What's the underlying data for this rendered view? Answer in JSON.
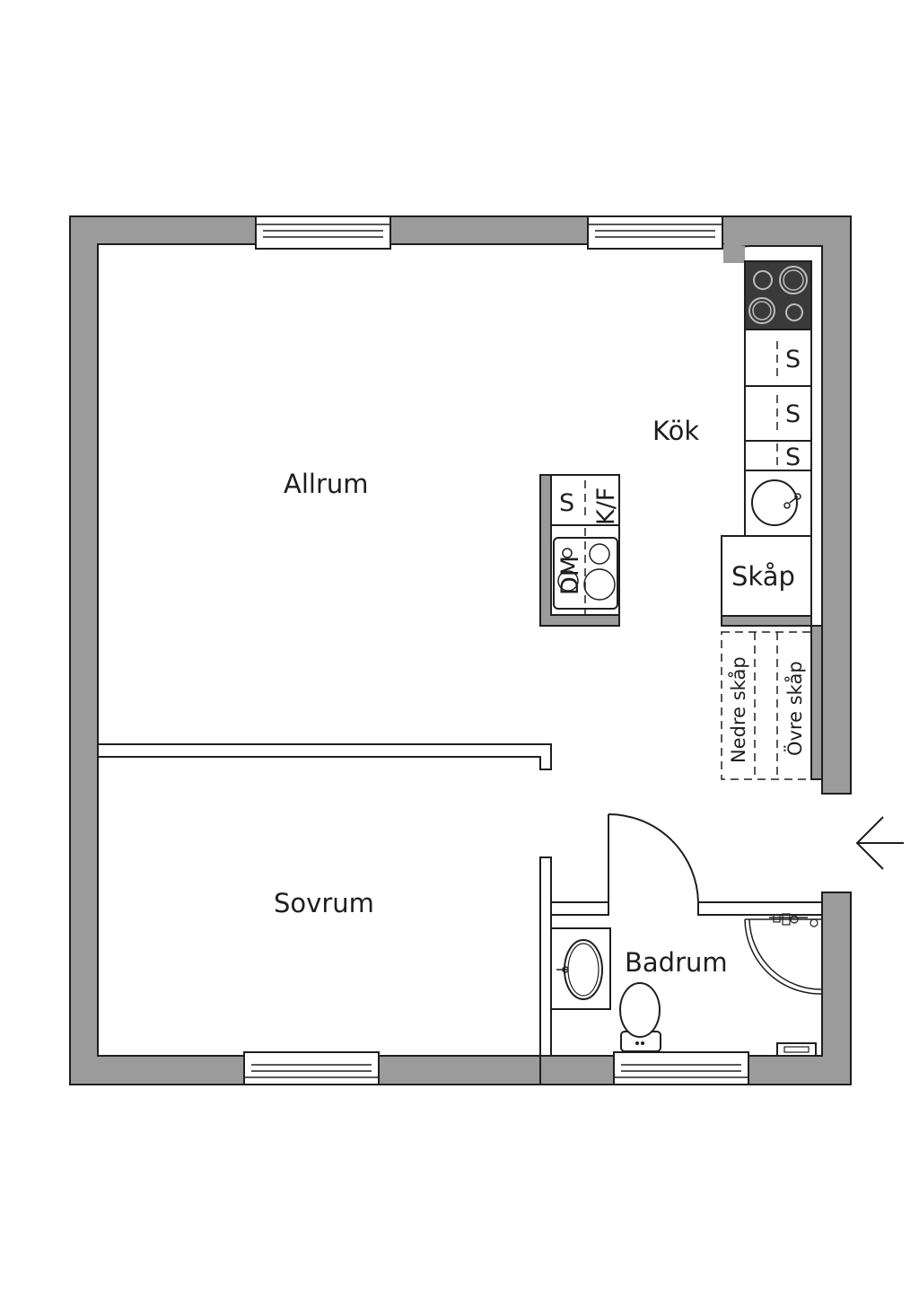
{
  "rooms": {
    "allrum": "Allrum",
    "kok": "Kök",
    "sovrum": "Sovrum",
    "badrum": "Badrum"
  },
  "fixtures": {
    "s1": "S",
    "s2": "S",
    "s3": "S",
    "island_s": "S",
    "island_kf": "K/F",
    "island_dw": "DM",
    "skap": "Skåp",
    "nedre_skap": "Nedre skåp",
    "ovre_skap": "Övre skåp"
  },
  "icons": [
    "stove-icon",
    "sink-icon",
    "toilet-icon",
    "shower-icon",
    "entrance-arrow-icon",
    "door-icon",
    "window-icon"
  ],
  "colors": {
    "wall": "#9b9b9b",
    "line": "#1e1e1e",
    "stove": "#3a3a3a"
  }
}
